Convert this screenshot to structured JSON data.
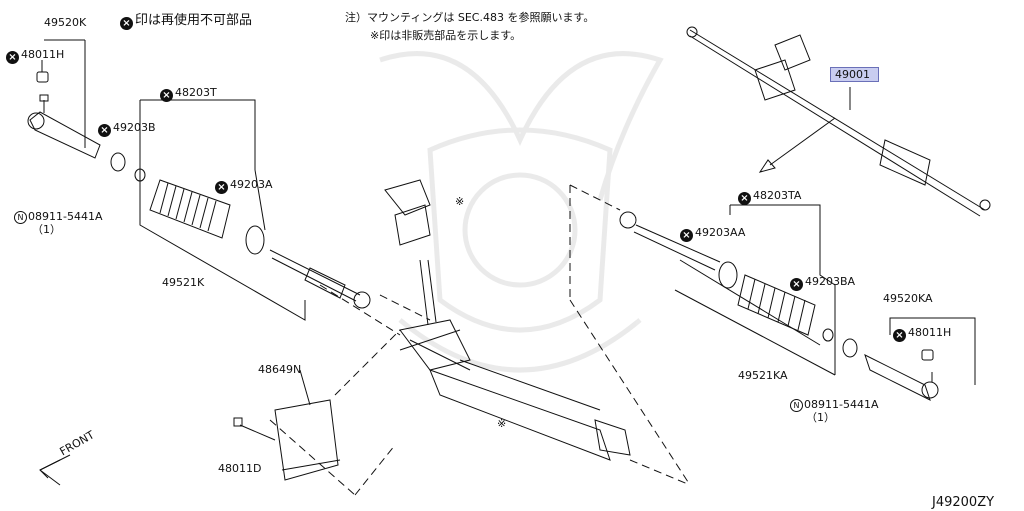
{
  "legend": {
    "symbol": "×",
    "text": "印は再使用不可部品"
  },
  "notes": {
    "line1": "注）マウンティングは SEC.483 を参照願います。",
    "line2": "※印は非販売部品を示します。"
  },
  "diagram_code": "J49200ZY",
  "front": "FRONT",
  "parts": {
    "p49520K": "49520K",
    "p48011H_l": "48011H",
    "p48203T": "48203T",
    "p49203B": "49203B",
    "p49203A": "49203A",
    "p08911_l": "08911-5441A",
    "p08911_l_qty": "（1）",
    "p49521K": "49521K",
    "p48649N": "48649N",
    "p48011D": "48011D",
    "p49001": "49001",
    "p48203TA": "48203TA",
    "p49203AA": "49203AA",
    "p49203BA": "49203BA",
    "p49520KA": "49520KA",
    "p48011H_r": "48011H",
    "p49521KA": "49521KA",
    "p08911_r": "08911-5441A",
    "p08911_r_qty": "（1）",
    "nonsale_top": "※",
    "nonsale_mid": "※"
  },
  "symbols": {
    "non_reusable": "×",
    "n_mark": "N"
  }
}
